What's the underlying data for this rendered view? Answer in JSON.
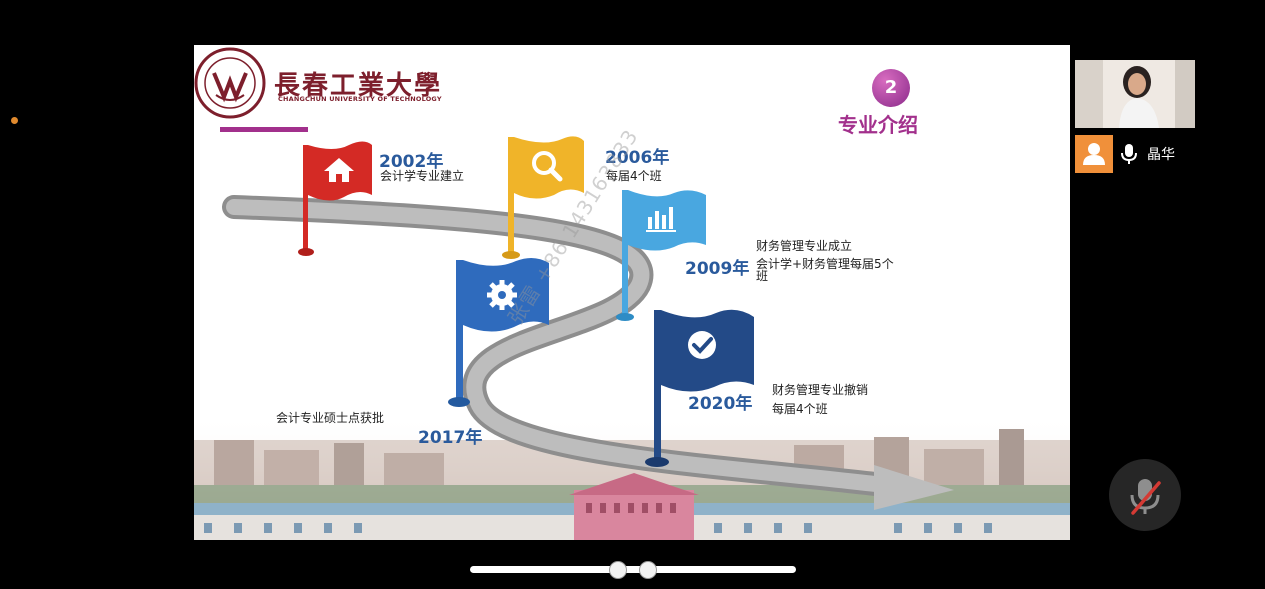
{
  "slide": {
    "university_name_cn": "長春工業大學",
    "university_name_en": "CHANGCHUN UNIVERSITY OF TECHNOLOGY",
    "section_number": "2",
    "section_title": "专业介绍",
    "milestones": [
      {
        "year": "2002年",
        "desc_lines": [
          "会计学专业建立"
        ],
        "flag_icon": "home-icon",
        "flag_color": "#d42a25"
      },
      {
        "year": "2006年",
        "desc_lines": [
          "每届4个班"
        ],
        "flag_icon": "search-icon",
        "flag_color": "#f0b429"
      },
      {
        "year": "2009年",
        "desc_lines": [
          "财务管理专业成立",
          "会计学+财务管理每届5个",
          "班"
        ],
        "flag_icon": "bar-chart-icon",
        "flag_color": "#49a7e0"
      },
      {
        "year": "2017年",
        "desc_lines": [
          "会计专业硕士点获批"
        ],
        "flag_icon": "gear-icon",
        "flag_color": "#2f6bbd"
      },
      {
        "year": "2020年",
        "desc_lines": [
          "财务管理专业撤销",
          "每届4个班"
        ],
        "flag_icon": "check-icon",
        "flag_color": "#234a87"
      }
    ],
    "watermark": "张雷 +86 143163833"
  },
  "meeting": {
    "participant_name": "晶华",
    "accent_color": "#f0903a"
  }
}
